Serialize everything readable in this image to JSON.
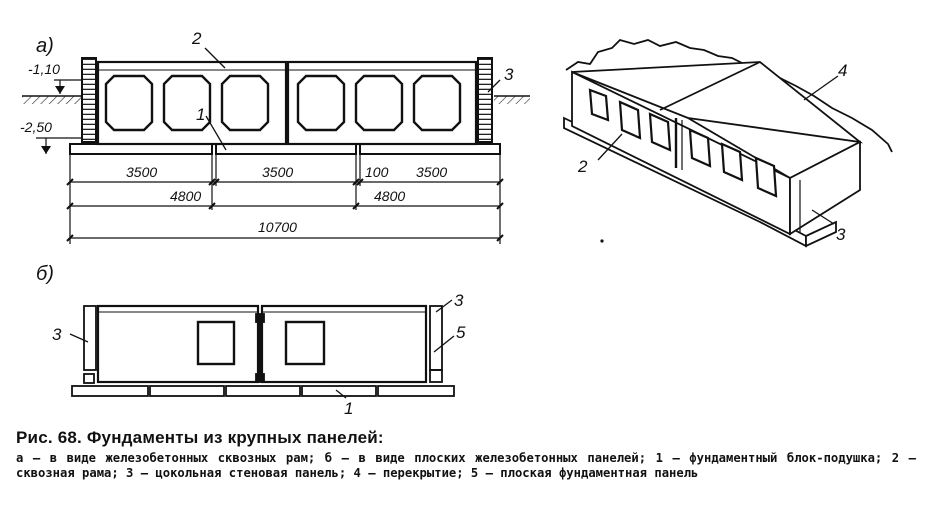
{
  "part_a": {
    "label": "а)",
    "levels": [
      "-1,10",
      "-2,50"
    ],
    "callouts": [
      "1",
      "2",
      "3"
    ],
    "dimensions": {
      "row1": [
        "3500",
        "3500",
        "100",
        "3500"
      ],
      "row2": [
        "4800",
        "4800"
      ],
      "total": "10700"
    }
  },
  "perspective": {
    "callouts": [
      "2",
      "3",
      "4"
    ]
  },
  "part_b": {
    "label": "б)",
    "callouts": [
      "3",
      "3",
      "5",
      "1"
    ]
  },
  "caption": {
    "title": "Рис. 68. Фундаменты из крупных панелей:",
    "text": "а — в виде железобетонных сквозных рам; б — в виде плоских железобетонных панелей; 1 — фундаментный блок-подушка; 2 — сквозная рама; 3 — цокольная стеновая панель; 4 — перекрытие; 5 — плоская фундаментная панель"
  }
}
